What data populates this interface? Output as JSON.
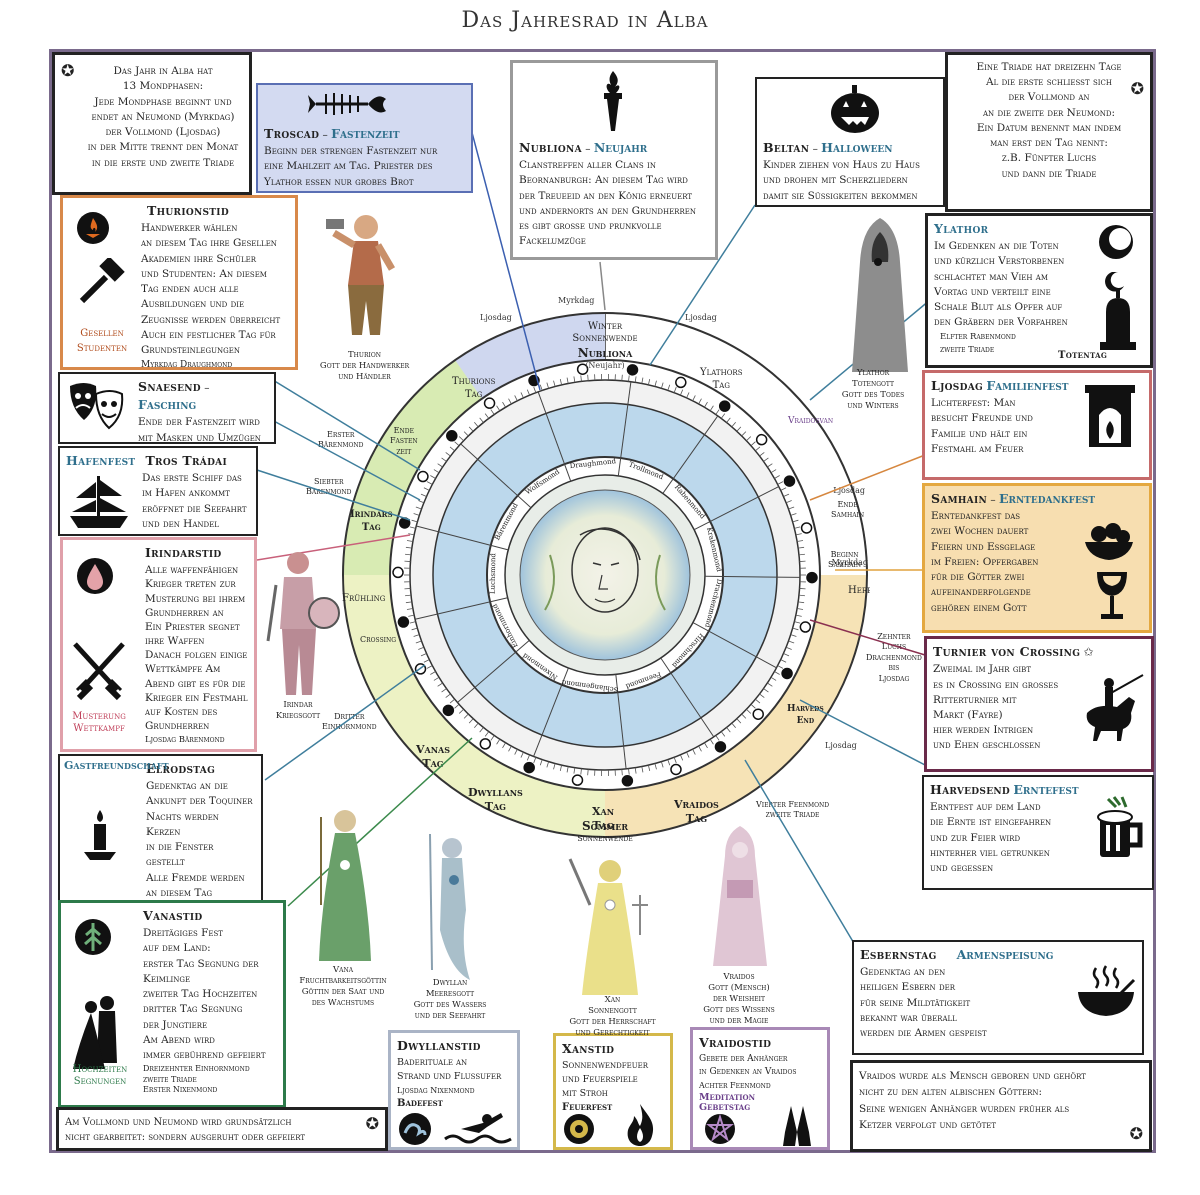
{
  "title": "Das Jahresrad in Alba",
  "boxes": {
    "mondphasen": {
      "text": "Das Jahr in Alba hat\n13 Mondphasen:\nJede Mondphase beginnt und\nendet an Neumond (Myrkdag)\nder Vollmond (Ljosdag)\nin der Mitte trennt den Monat\nin die erste und zweite Triade"
    },
    "troscad": {
      "heading": "Troscad",
      "heading2": "Fastenzeit",
      "text": "Beginn der strengen Fastenzeit nur\neine Mahlzeit am Tag. Priester des\nYlathor essen nur grobes Brot"
    },
    "nubliona": {
      "heading": "Nubliona",
      "heading2": "Neujahr",
      "text": "Clanstreffen aller Clans in\nBeornanburgh: An diesem Tag wird\nder Treueeid an den König erneuert\nund andernorts an den Grundherren\nes gibt große und prunkvolle\nFackelumzüge"
    },
    "beltan": {
      "heading": "Beltan",
      "heading2": "Halloween",
      "text": "Kinder ziehen von Haus zu Haus\nund drohen mit Scherzliedern\ndamit sie Süßigkeiten bekommen"
    },
    "triade": {
      "text": "Eine Triade hat dreizehn Tage\nAl die erste schließt sich\nder Vollmond an\nan die zweite der Neumond:\nEin Datum benennt man indem\nman erst den Tag nennt:\nz.B. Fünfter Luchs\nund dann die Triade"
    },
    "thurionstid": {
      "heading": "Thurionstid",
      "text": "Handwerker wählen\nan diesem Tag ihre Gesellen\nAkademien ihre Schüler\nund Studenten: An diesem\nTag enden auch alle\nAusbildungen und die\nZeugnisse werden überreicht\nAuch ein festlicher Tag für\nGrundsteinlegungen",
      "footer": "Myrkdag Draughmond",
      "caption": "Gesellen\nStudenten"
    },
    "ylathor": {
      "heading": "Ylathor",
      "text": "Im Gedenken an die Toten\nund kürzlich Verstorbenen\nschlachtet man Vieh am\nVortag und verteilt eine\nSchale Blut als Opfer auf\nden Gräbern der Vorfahren",
      "footer": "Elfter Rabenmond\nzweite Triade",
      "caption": "Totentag"
    },
    "snaesend": {
      "heading": "Snaesend",
      "heading2": "Fasching",
      "text": "Ende der Fastenzeit wird\nmit Masken und Umzügen\ngefeiert"
    },
    "ljosdag": {
      "heading": "Ljosdag",
      "heading2": "Familienfest",
      "text": "Lichterfest: Man\nbesucht Freunde und\nFamilie und hält ein\nFestmahl am Feuer"
    },
    "hafenfest": {
      "heading": "Hafenfest",
      "heading2": "Tros Trádai",
      "text": "Das erste Schiff das\nim Hafen ankommt\neröffnet die Seefahrt\nund den Handel"
    },
    "samhain": {
      "heading": "Samhain",
      "heading2": "Erntedankfest",
      "text": "Erntedankfest das\nzwei Wochen dauert\nFeiern und Essgelage\nim Freien: Opfergaben\nfür die Götter zwei\naufeinanderfolgende\ngehören einem Gott"
    },
    "irindarstid": {
      "heading": "Irindarstid",
      "text": "Alle waffenfähigen\nKrieger treten zur\nMusterung bei ihrem\nGrundherren an\nEin Priester segnet\nihre Waffen\nDanach folgen einige\nWettkämpfe  Am\nAbend gibt es für die\nKrieger ein Festmahl\nauf Kosten des\nGrundherren",
      "footer": "Ljosdag Bärenmond",
      "caption": "Musterung\nWettkampf"
    },
    "turnier": {
      "heading": "Turnier von Crossing",
      "text": "Zweimal im Jahr gibt\nes in Crossing ein großes\nRitterturnier mit\nMarkt (Fayre)\nhier werden Intrigen\nund Ehen geschlossen"
    },
    "elrodstag": {
      "heading": "Elrodstag",
      "heading2": "Gastfreundschaft",
      "text": "Gedenktag an die\nAnkunft der Toquiner\nNachts werden Kerzen\nin die Fenster gestellt\nAlle Fremde werden\nan diesem Tag\nbesonders freundlich\nbehandelt"
    },
    "harvedsend": {
      "heading": "Harvedsend",
      "heading2": "Erntefest",
      "text": "Erntfest auf dem Land\ndie Ernte ist eingefahren\nund zur Feier wird\nhinterher viel getrunken\nund gegessen"
    },
    "vanastid": {
      "heading": "Vanastid",
      "text": "Dreitägiges Fest\nauf dem Land:\nerster Tag Segnung der\nKeimlinge\nzweiter Tag Hochzeiten\ndritter Tag Segnung\nder Jungtiere\nAm Abend wird\nimmer gebührend gefeiert",
      "footer": "Dreizehnter Einhornmond\nzweite Triade\nErster Nixenmond",
      "caption": "Hochzeiten\nSegnungen"
    },
    "esbernstag": {
      "heading": "Esbernstag",
      "heading2": "Armenspeisung",
      "text": "Gedenktag an den\nheiligen Esbern der\nfür seine Mildtätigkeit\nbekannt war überall\nwerden die Armen gespeist"
    },
    "dwyllanstid": {
      "heading": "Dwyllanstid",
      "text": "Baderituale an\nStrand und Flußufer",
      "footer": "Ljosdag Nixenmond",
      "caption": "Badefest"
    },
    "xanstid": {
      "heading": "Xanstid",
      "text": "Sonnenwendfeuer\nund Feuerspiele\nmit Stroh",
      "caption": "Feuerfest"
    },
    "vraidostid": {
      "heading": "Vraidostid",
      "text": "Gebete der Anhänger\nin Gedenken an Vraidos",
      "footer": "Achter Feenmond",
      "caption": "Meditation\nGebetstag"
    },
    "vraidos_note": {
      "text": "Vraidos wurde als Mensch geboren und gehört\nnicht zu den alten albischen Göttern:\nSeine wenigen Anhänger wurden früher als\nKetzer verfolgt und getötet"
    },
    "vollmond_note": {
      "text": "Am Vollmond und Neumond wird grundsätzlich\nnicht gearbeitet: sondern ausgeruht oder gefeiert"
    }
  },
  "figures": {
    "thurion": "Thurion\nGott der Handwerker\nund Händler",
    "ylathor": "Ylathor\nTotengott\nGott des Todes\nund Winters",
    "irindar": "Irindar\nKriegsgott",
    "vana": "Vana\nFruchtbarkeitsgöttin\nGöttin der Saat und\ndes Wachstums",
    "dwyllan": "Dwyllan\nMeeresgott\nGott des Wassers\nund der Seefahrt",
    "xan": "Xan\nSonnengott\nGott der Herrschaft\nund Gerechtigkeit",
    "vraidos": "Vraidos\nGott (Mensch)\nder Weisheit\nGott des Wissens\nund der Magie"
  },
  "wheel": {
    "winter": "Winter\nSonnenwende",
    "nubliona": "Nubliona",
    "neujahr": "(Neujahr)",
    "sommer": "Sommer\nSonnenwende",
    "herbst": "Herbst",
    "fruehling": "Frühling",
    "crossing": "Crossing",
    "thurions_tag": "Thurions\nTag",
    "ylathors_tag": "Ylathors\nTag",
    "irindars_tag": "Irindars\nTag",
    "vanas_tag": "Vanas\nTag",
    "dwyllans_tag": "Dwyllans\nTag",
    "xan_tag": "Xan\nTag",
    "vraidos_tag": "Vraidos\nTag",
    "myrkdag": "Myrkdag",
    "ljosdag": "Ljosdag",
    "vraidosvan": "Vraidosvan",
    "ende_samhain": "Ende\nSamhain",
    "beginn_samhain": "Beginn\nSamhain",
    "harveds_end": "Harveds\nEnd",
    "erster_baerenmond": "Erster\nBärenmond",
    "siebter_baerenmond": "Siebter\nBärenmond",
    "ende_fasten_zeit": "Ende\nFasten\nzeit",
    "dritter_einhornmond": "Dritter\nEinhornmond",
    "zehnter_luchs": "Zehnter\nLuchs\nDrachenmond\nbis\nLjosdag",
    "vierter_feenmond": "Vierter Feenmond\nzweite Triade",
    "moons": [
      "Draughmond",
      "Trollmond",
      "Rabenmond",
      "Krakenmond",
      "Drachenmond",
      "Hirschmond",
      "Feenmond",
      "Schlangenmond",
      "Nixenmond",
      "Einhornmond",
      "Luchsmond",
      "Bärenmond",
      "Wolfsmond"
    ]
  },
  "colors": {
    "winter": "#c9d3ec",
    "spring": "#d9ecb8",
    "summer": "#eef3cc",
    "autumn": "#f6dfae",
    "frame": "#7a6a8c"
  }
}
